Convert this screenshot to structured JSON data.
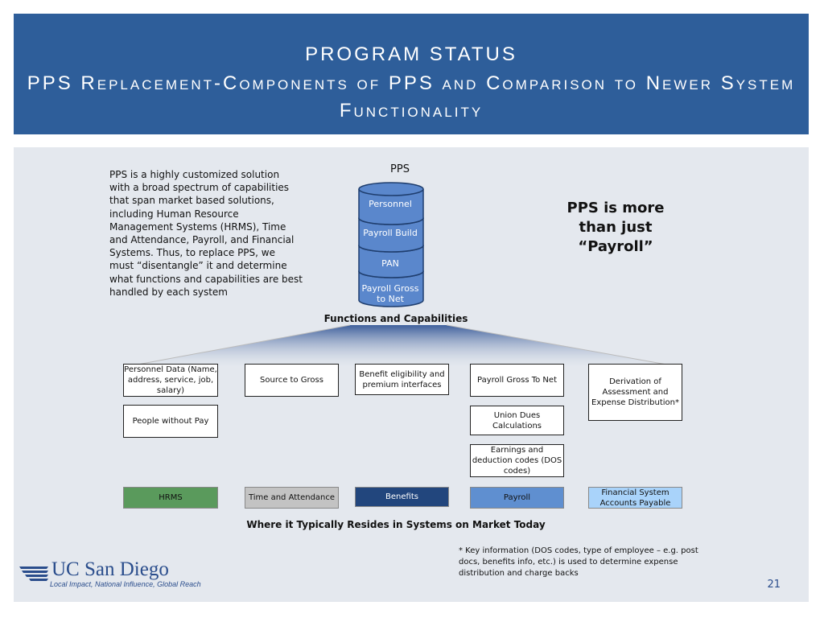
{
  "header": {
    "title_line1": "PROGRAM STATUS",
    "title_line2": "PPS Replacement-Components of PPS and Comparison to Newer System Functionality"
  },
  "intro_text": "PPS is a highly customized solution with a broad spectrum of capabilities that span market based solutions, including Human Resource Management Systems (HRMS), Time and Attendance, Payroll, and Financial Systems. Thus, to replace PPS, we must “disentangle” it and determine what functions and capabilities are best handled by each system",
  "pps_stack": {
    "label": "PPS",
    "layers": [
      "Personnel",
      "Payroll  Build",
      "PAN",
      "Payroll Gross to Net"
    ]
  },
  "callout": "PPS is more than just “Payroll”",
  "functions_label": "Functions and Capabilities",
  "function_boxes": {
    "personnel_data": "Personnel Data (Name, address, service, job, salary)",
    "people_without_pay": "People without Pay",
    "source_to_gross": "Source to Gross",
    "benefit_eligibility": "Benefit eligibility and premium interfaces",
    "payroll_gross_to_net": "Payroll Gross To Net",
    "union_dues": "Union Dues Calculations",
    "earnings_deduction": "Earnings and deduction codes (DOS codes)",
    "derivation": "Derivation of Assessment and Expense Distribution*"
  },
  "systems": {
    "hrms": "HRMS",
    "time_attendance": "Time and Attendance",
    "benefits": "Benefits",
    "payroll": "Payroll",
    "financial": "Financial System Accounts Payable"
  },
  "colors": {
    "header": "#2e5e9a",
    "hrms": "#5a9a5c",
    "time_attendance": "#c3c3c3",
    "benefits": "#22467d",
    "payroll": "#5f8fd0",
    "financial": "#a9d3fa",
    "stack": "#5a87cc"
  },
  "resides_label": "Where it Typically Resides in Systems on Market Today",
  "footnote": "* Key information (DOS codes, type of employee – e.g. post docs, benefits info, etc.) is used to determine expense distribution and charge backs",
  "logo": {
    "name": "UC San Diego",
    "tagline": "Local Impact, National Influence, Global Reach"
  },
  "page_number": "21"
}
